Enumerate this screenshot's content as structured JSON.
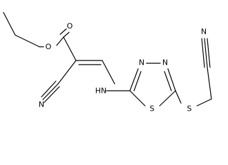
{
  "atoms": {
    "ester_o": "O",
    "carbonyl_o": "O",
    "nitrile_n1": "N",
    "amine": "HN",
    "ring_n1": "N",
    "ring_n2": "N",
    "ring_s": "S",
    "thioether_s": "S",
    "nitrile_n2": "N"
  }
}
